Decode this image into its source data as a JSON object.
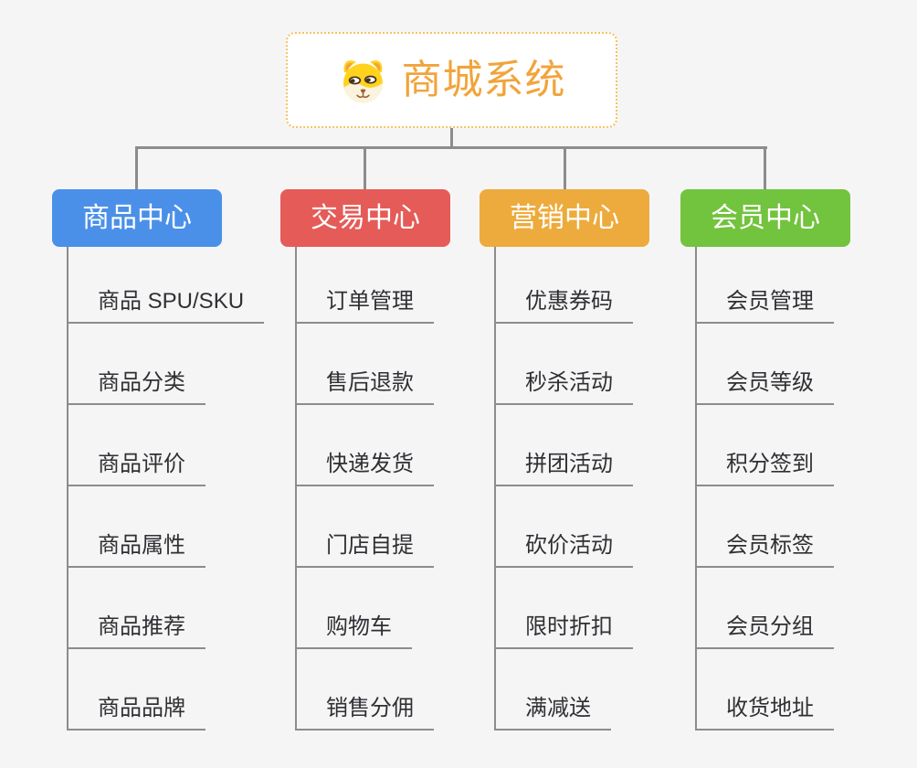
{
  "root": {
    "title": "商城系统",
    "icon": "doge-icon"
  },
  "branches": [
    {
      "label": "商品中心",
      "color": "#4a90e8",
      "children": [
        "商品 SPU/SKU",
        "商品分类",
        "商品评价",
        "商品属性",
        "商品推荐",
        "商品品牌"
      ]
    },
    {
      "label": "交易中心",
      "color": "#e55b58",
      "children": [
        "订单管理",
        "售后退款",
        "快递发货",
        "门店自提",
        "购物车",
        "销售分佣"
      ]
    },
    {
      "label": "营销中心",
      "color": "#edab3d",
      "children": [
        "优惠券码",
        "秒杀活动",
        "拼团活动",
        "砍价活动",
        "限时折扣",
        "满减送"
      ]
    },
    {
      "label": "会员中心",
      "color": "#72c33d",
      "children": [
        "会员管理",
        "会员等级",
        "积分签到",
        "会员标签",
        "会员分组",
        "收货地址"
      ]
    }
  ],
  "colors": {
    "background": "#f5f5f6",
    "connector": "#8c8c8c",
    "root_text": "#f1a43b",
    "root_border": "#f6c163",
    "leaf_text": "#2f3033"
  }
}
